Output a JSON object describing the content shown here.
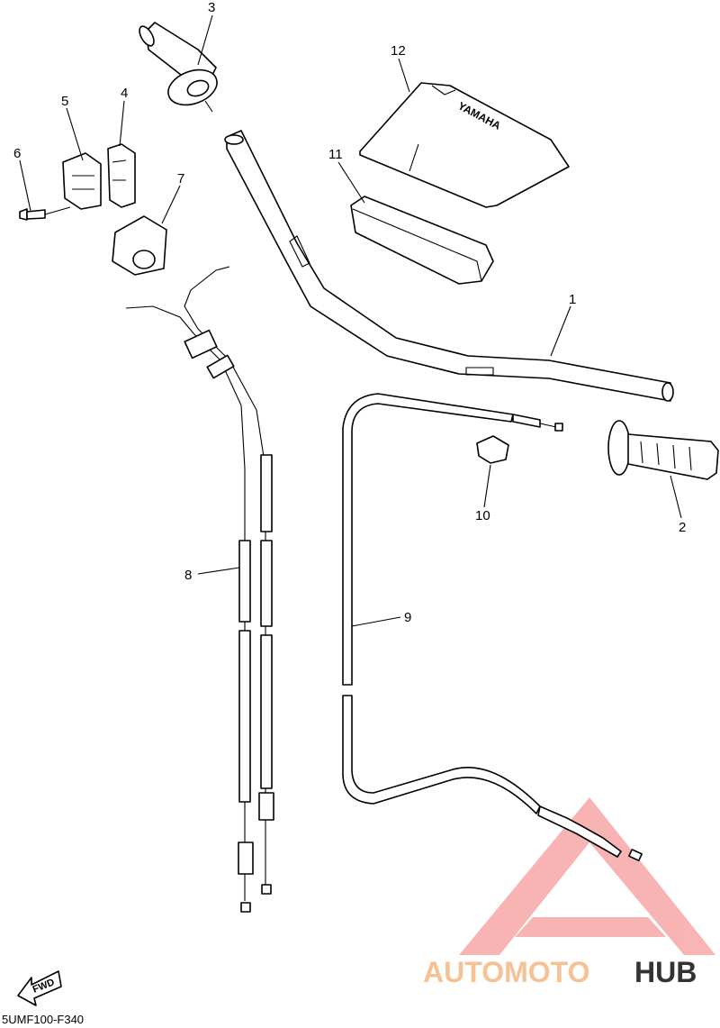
{
  "diagram": {
    "callouts": [
      {
        "id": "1",
        "label": "1"
      },
      {
        "id": "2",
        "label": "2"
      },
      {
        "id": "3",
        "label": "3"
      },
      {
        "id": "4",
        "label": "4"
      },
      {
        "id": "5",
        "label": "5"
      },
      {
        "id": "6",
        "label": "6"
      },
      {
        "id": "7",
        "label": "7"
      },
      {
        "id": "8",
        "label": "8"
      },
      {
        "id": "9",
        "label": "9"
      },
      {
        "id": "10",
        "label": "10"
      },
      {
        "id": "11",
        "label": "11"
      },
      {
        "id": "12",
        "label": "12"
      }
    ],
    "pad_brand_text": "YAMAHA",
    "direction_label": "FWD",
    "drawing_code": "5UMF100-F340"
  },
  "watermark": {
    "part1": "AUTOMOTO",
    "part2": "HUB",
    "color_primary": "#f59c9a",
    "color_secondary": "#f6c294",
    "color_dark": "#000000"
  }
}
